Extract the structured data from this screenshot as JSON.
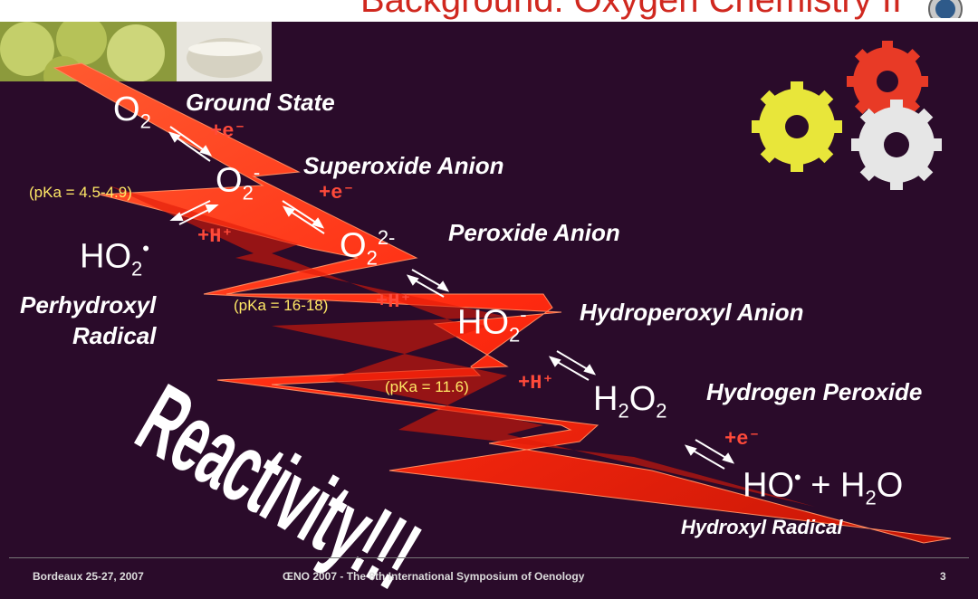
{
  "title": "Background: Oxygen Chemistry II",
  "species": {
    "o2": {
      "base": "O",
      "sub": "2",
      "sup": ""
    },
    "superoxide": {
      "base": "O",
      "sub": "2",
      "sup": "-"
    },
    "perhydroxyl": {
      "base": "HO",
      "sub": "2",
      "sup": "•"
    },
    "peroxide": {
      "base": "O",
      "sub": "2",
      "sup": "2-"
    },
    "hydroperoxyl": {
      "base": "HO",
      "sub": "2",
      "sup": "-"
    },
    "h2o2": {
      "base1": "H",
      "sub1": "2",
      "base2": "O",
      "sub2": "2"
    },
    "hydroxyl": {
      "base": "HO",
      "sup": "•"
    },
    "plus": "+",
    "water": {
      "base1": "H",
      "sub1": "2",
      "base2": "O"
    }
  },
  "labels": {
    "ground_state": "Ground State",
    "superoxide_anion": "Superoxide Anion",
    "peroxide_anion": "Peroxide Anion",
    "perhydroxyl_1": "Perhydroxyl",
    "perhydroxyl_2": "Radical",
    "hydroperoxyl_anion": "Hydroperoxyl Anion",
    "hydrogen_peroxide": "Hydrogen Peroxide",
    "hydroxyl_radical": "Hydroxyl Radical"
  },
  "pka": {
    "superoxide": "(pKa = 4.5-4.9)",
    "peroxide": "(pKa = 16-18)",
    "hydroperoxyl": "(pKa = 11.6)"
  },
  "signs": {
    "e1": "+e⁻",
    "e2": "+e⁻",
    "h1": "+H⁺",
    "h2": "+H⁺",
    "h3": "+H⁺",
    "e3": "+e⁻"
  },
  "reactivity": "Reactivity!!!",
  "footer": {
    "left": "Bordeaux 25-27, 2007",
    "center": "ŒNO 2007 - The 8th International Symposium of Oenology",
    "page": "3"
  },
  "colors": {
    "background": "#2a0b2a",
    "bolt": "#ff2a10",
    "pka": "#ffe866",
    "title": "#d0281f"
  },
  "icons": [
    "gears-icon",
    "logo-seal-icon",
    "grapes-photo",
    "wine-glass-photo"
  ]
}
